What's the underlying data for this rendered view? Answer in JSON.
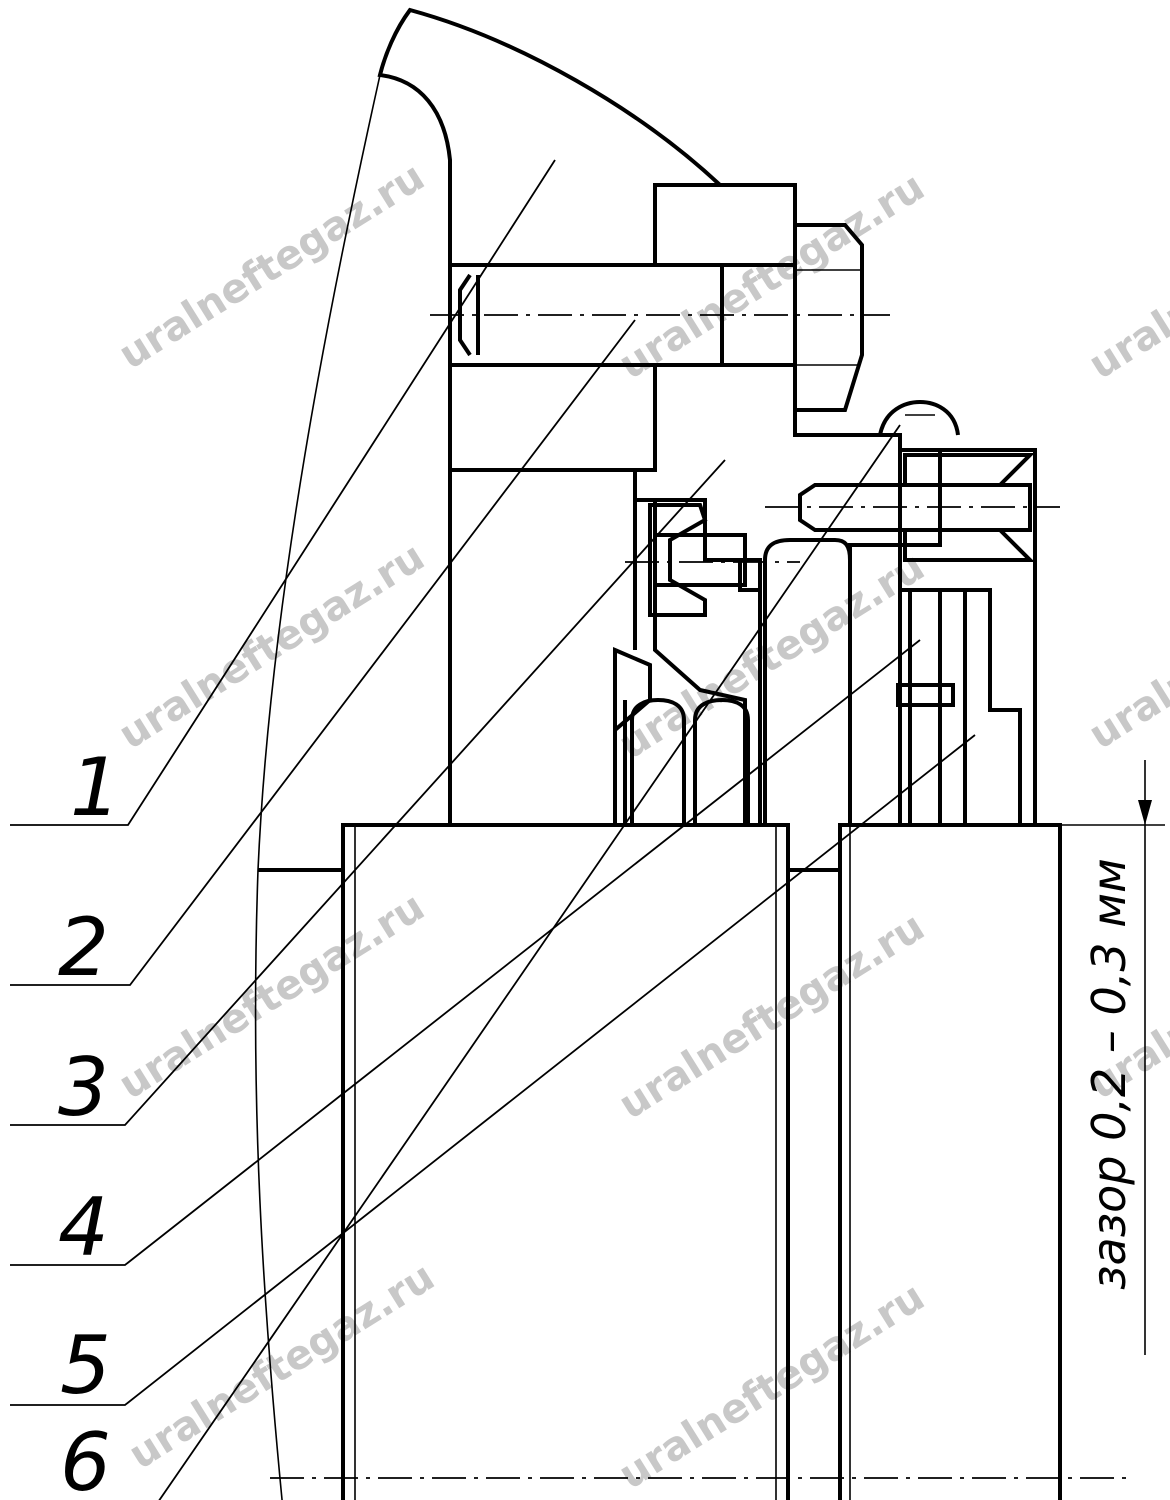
{
  "callouts": [
    {
      "number": "1"
    },
    {
      "number": "2"
    },
    {
      "number": "3"
    },
    {
      "number": "4"
    },
    {
      "number": "5"
    },
    {
      "number": "6"
    }
  ],
  "gap_note": "зазор 0,2 – 0,3 мм",
  "watermark": "uralneftegaz.ru"
}
